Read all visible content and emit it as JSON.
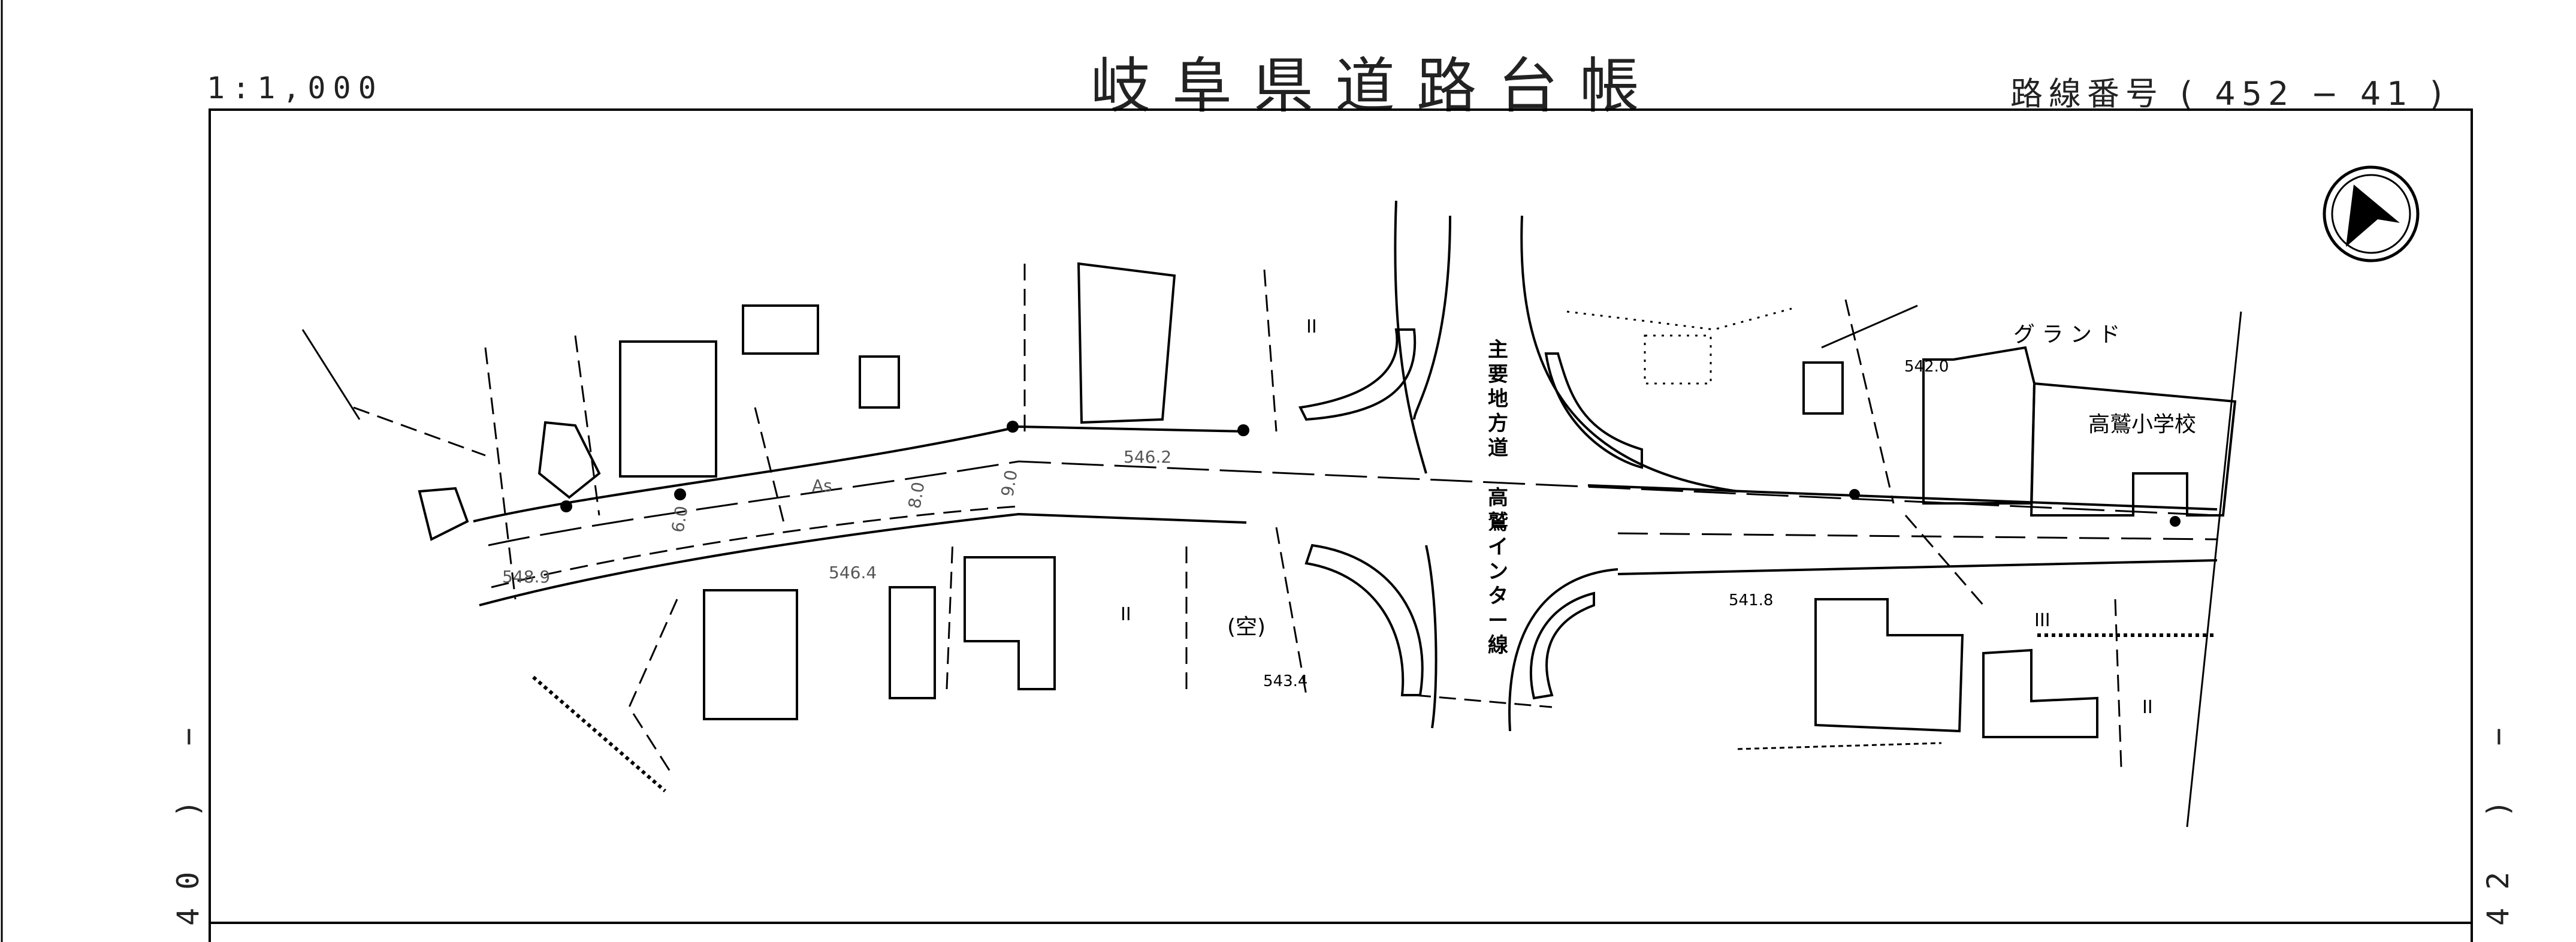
{
  "header": {
    "scale": "1:1,000",
    "title": "岐阜県道路台帳",
    "route_number": "路線番号 ( 452 − 41 )"
  },
  "sheet_neighbors": {
    "left": "40 ) −",
    "right": "42 ) −"
  },
  "map_labels": {
    "road_name_1": "主要地方道",
    "road_name_2": "高鷲インター線",
    "school": "高鷲小学校",
    "ground": "グ ラ ン ド",
    "vacant": "(空)",
    "surface": "As",
    "elev_1": "548.9",
    "elev_2": "546.2",
    "elev_3": "546.4",
    "elev_4": "543.4",
    "elev_5": "541.8",
    "elev_6": "542.0",
    "road_width_1": "6.0",
    "road_width_2": "9.0",
    "road_width_3": "8.0",
    "roman_3": "III",
    "mark_2": "II"
  },
  "colors": {
    "line": "#000000",
    "text_gray": "#555555"
  },
  "icons": [
    "north-arrow-icon"
  ]
}
